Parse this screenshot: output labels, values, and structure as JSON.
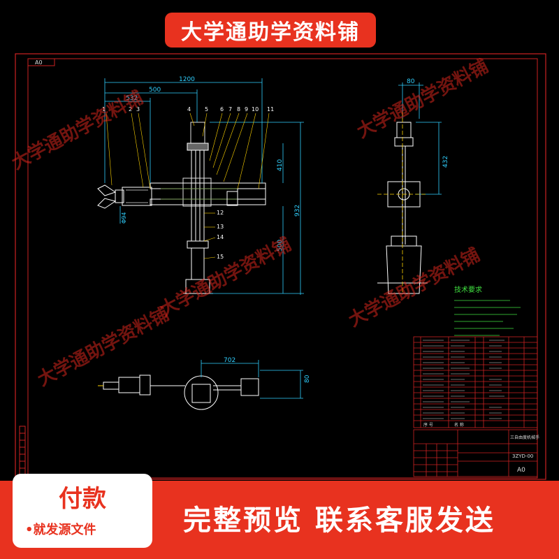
{
  "banner": {
    "title": "大学通助学资料铺"
  },
  "sheet": {
    "size": "A0",
    "corner_code": "A0",
    "drawing_no": "3ZYD-00"
  },
  "dimensions": {
    "d1200": "1200",
    "d500": "500",
    "d532": "532",
    "d932": "932",
    "d410": "410",
    "d500v": "500",
    "d80": "80",
    "d432": "432",
    "d702": "702",
    "d80b": "80",
    "d94": "Φ94"
  },
  "callouts": [
    "1",
    "2",
    "3",
    "4",
    "5",
    "6",
    "7",
    "8",
    "9",
    "10",
    "11",
    "12",
    "13",
    "14",
    "15"
  ],
  "tech_req": {
    "title": "技术要求"
  },
  "bom": {
    "header_name": "名 称",
    "header_no": "序 号",
    "drawing_title": "三自由度机械手"
  },
  "payment": {
    "title": "付款",
    "subtitle": "•就发源文件"
  },
  "slogan": "完整预览 联系客服发送",
  "watermark": "大学通助学资料铺",
  "colors": {
    "banner": "#e8321f",
    "frame": "#cc2222",
    "line": "#ffffff",
    "dim": "#30d0ff",
    "callout": "#ffd400",
    "tech": "#40e040"
  }
}
